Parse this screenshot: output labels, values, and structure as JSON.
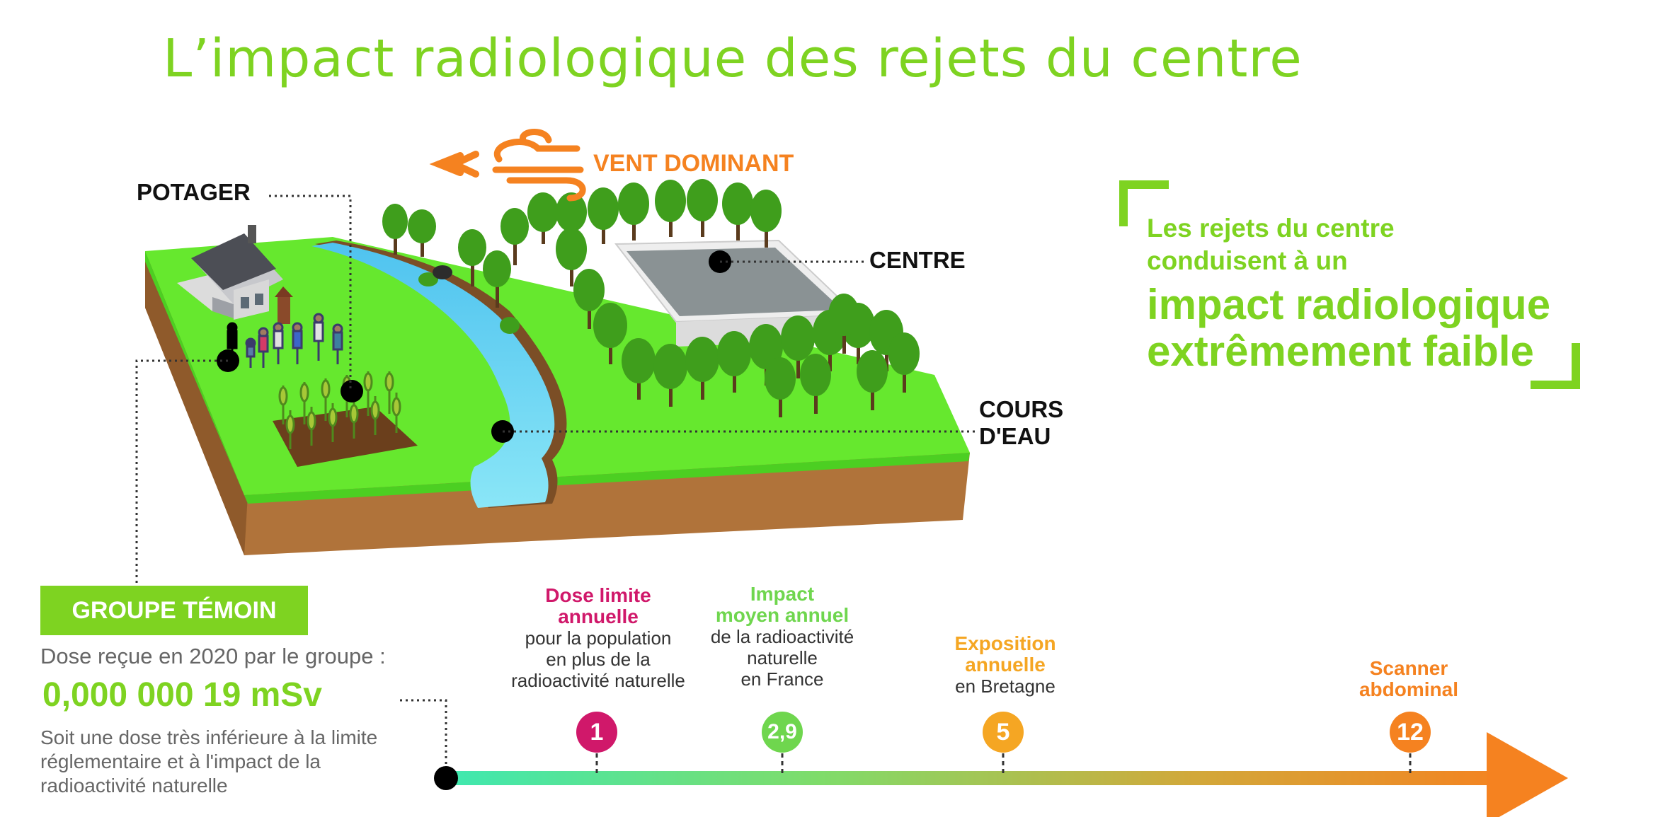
{
  "title": "L’impact radiologique des rejets du centre",
  "wind_label": "VENT DOMINANT",
  "labels": {
    "potager": "POTAGER",
    "centre": "CENTRE",
    "cours_eau_line1": "COURS",
    "cours_eau_line2": "D'EAU"
  },
  "callout": {
    "line1": "Les rejets du centre",
    "line2": "conduisent à un",
    "line3": "impact radiologique",
    "line4": "extrêmement faible"
  },
  "group": {
    "box_label": "GROUPE TÉMOIN",
    "dose_line": "Dose reçue en 2020 par le groupe :",
    "dose_value": "0,000 000 19 mSv",
    "note": "Soit une dose très inférieure à la limite réglementaire et à l'impact de la radioactivité naturelle"
  },
  "scale": {
    "markers": [
      {
        "value": "1",
        "color": "#d0186a",
        "heading_line1": "Dose limite",
        "heading_line2": "annuelle",
        "body_line1": "pour la population",
        "body_line2": "en plus de la",
        "body_line3": "radioactivité naturelle"
      },
      {
        "value": "2,9",
        "color": "#6fd64e",
        "heading_line1": "Impact",
        "heading_line2": "moyen annuel",
        "body_line1": "de la radioactivité",
        "body_line2": "naturelle",
        "body_line3": "en France"
      },
      {
        "value": "5",
        "color": "#f5a623",
        "heading_line1": "Exposition",
        "heading_line2": "annuelle",
        "body_line1": "en Bretagne",
        "body_line2": "",
        "body_line3": ""
      },
      {
        "value": "12",
        "color": "#f58220",
        "heading_line1": "Scanner",
        "heading_line2": "abdominal",
        "body_line1": "",
        "body_line2": "",
        "body_line3": ""
      }
    ]
  },
  "colors": {
    "green": "#7ed321",
    "orange": "#f58220",
    "magenta": "#d0186a",
    "river": "#7fd8f5",
    "grass": "#66e82e",
    "soil": "#b0733a"
  },
  "icons": [
    "wind-icon",
    "house-icon",
    "tree-icon",
    "people-icon",
    "crops-icon",
    "building-icon"
  ]
}
